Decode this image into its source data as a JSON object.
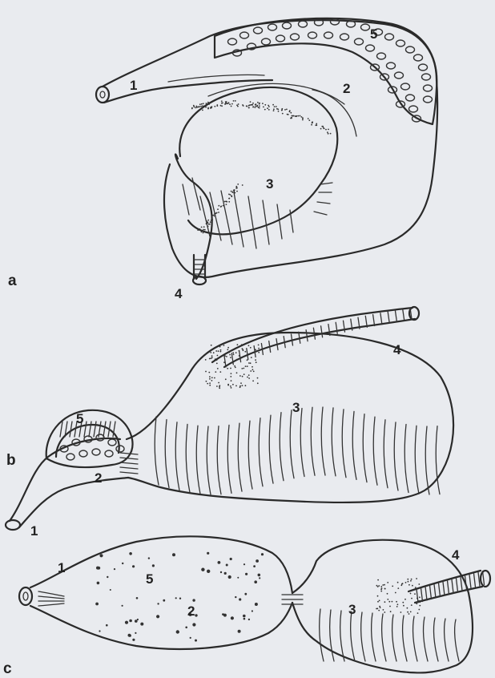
{
  "panels": {
    "a": {
      "letter": "a",
      "labels": {
        "l1": "1",
        "l2": "2",
        "l3": "3",
        "l4": "4",
        "l5": "5"
      }
    },
    "b": {
      "letter": "b",
      "labels": {
        "l1": "1",
        "l2": "2",
        "l3": "3",
        "l4": "4",
        "l5": "5"
      }
    },
    "c": {
      "letter": "c",
      "labels": {
        "l1": "1",
        "l2": "2",
        "l3": "3",
        "l4": "4",
        "l5": "5"
      }
    }
  },
  "colors": {
    "background": "#e9ebef",
    "ink": "#2a2a2a"
  }
}
